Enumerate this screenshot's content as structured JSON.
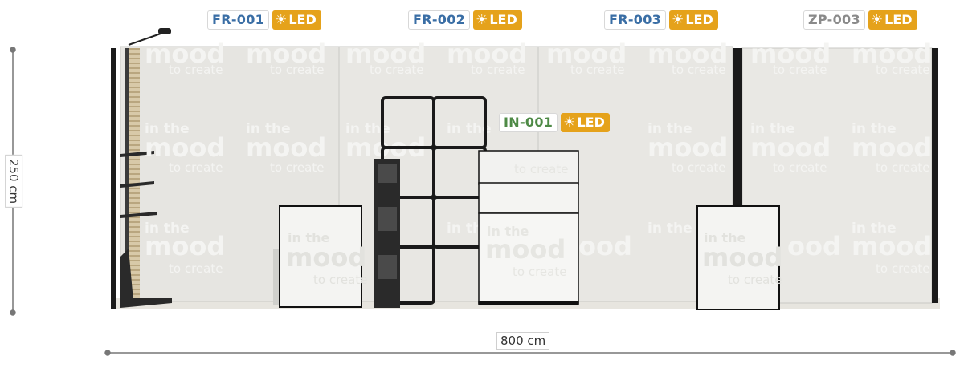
{
  "colors": {
    "accent_blue": "#3a6ea5",
    "accent_green": "#4e8a46",
    "accent_gray": "#8a8a8a",
    "led_orange": "#e5a21b"
  },
  "labels": {
    "fr001": {
      "code": "FR-001",
      "led": "LED",
      "icon": "sun-icon"
    },
    "fr002": {
      "code": "FR-002",
      "led": "LED",
      "icon": "sun-icon"
    },
    "fr003": {
      "code": "FR-003",
      "led": "LED",
      "icon": "sun-icon"
    },
    "zp003": {
      "code": "ZP-003",
      "led": "LED",
      "icon": "sun-icon"
    },
    "in001": {
      "code": "IN-001",
      "led": "LED",
      "icon": "sun-icon"
    }
  },
  "dimensions": {
    "height": "250 cm",
    "width": "800 cm"
  },
  "wall_graphic": {
    "line1": "in the",
    "line2": "mood",
    "line3": "to create"
  }
}
